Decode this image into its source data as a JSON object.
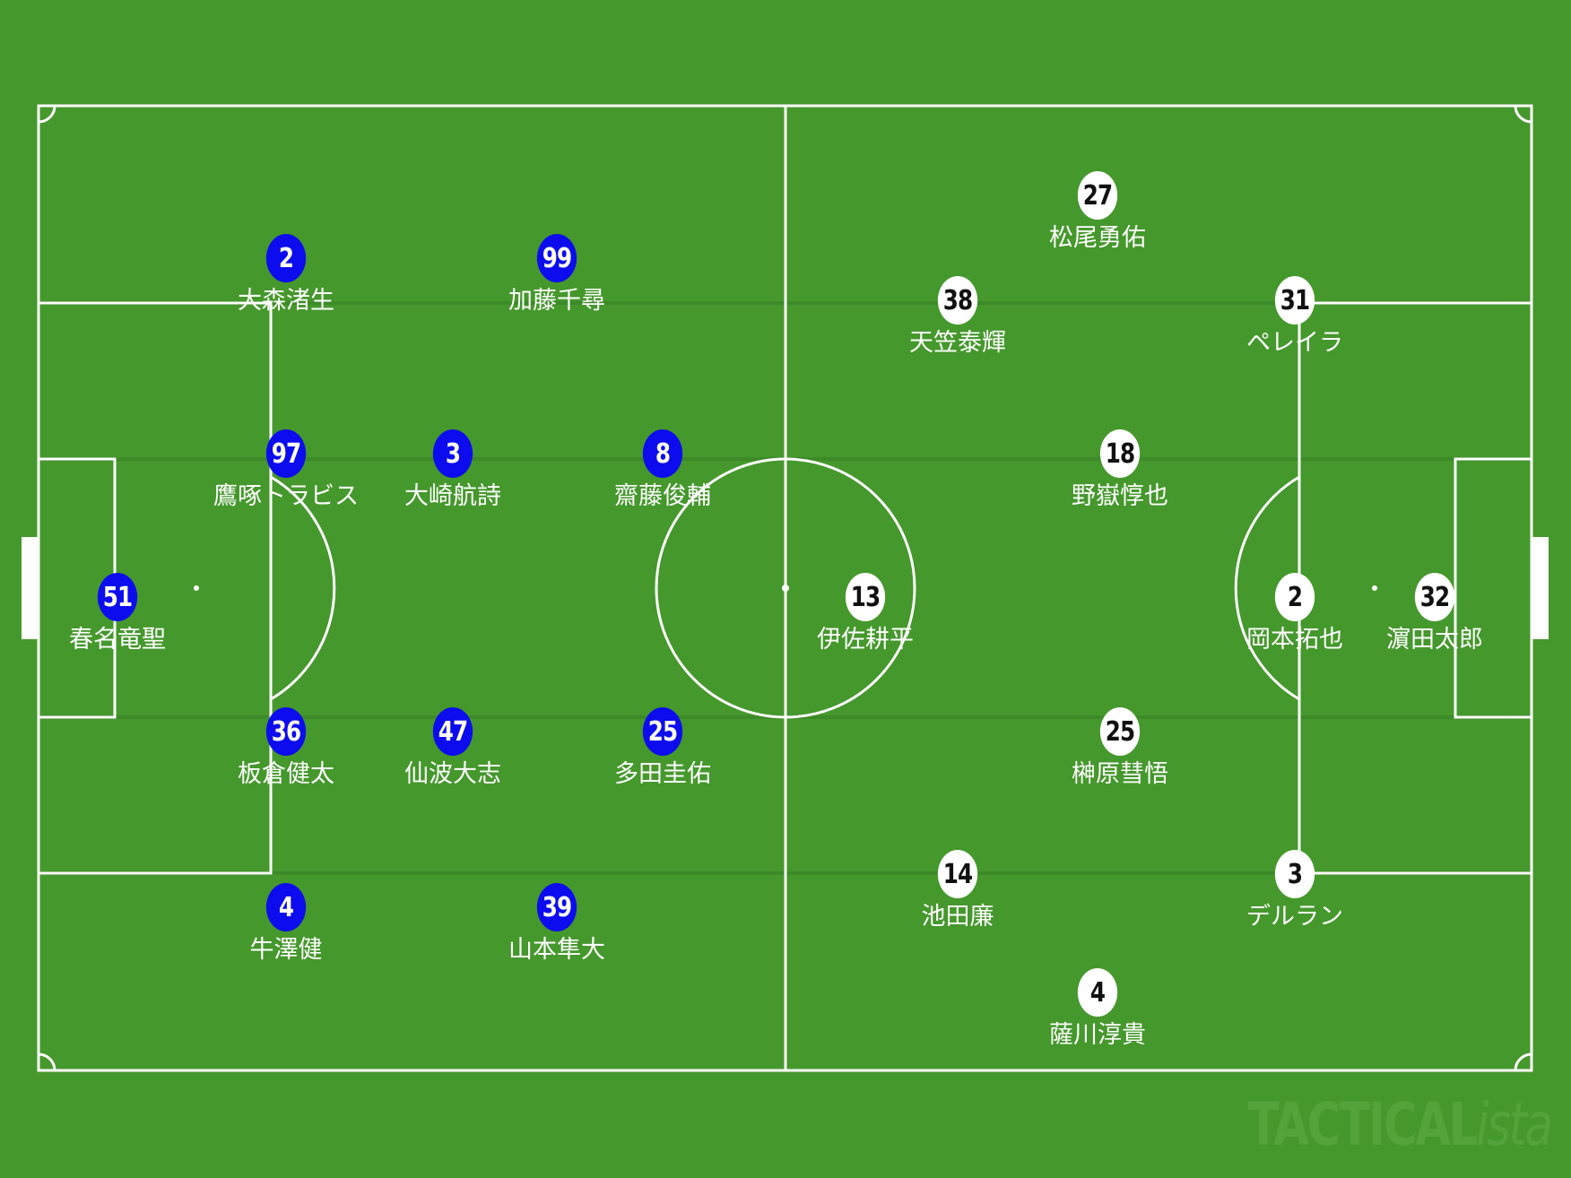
{
  "colors": {
    "grass": "#45982c",
    "stripe": "#3c8a28",
    "lines": "#ffffff",
    "home": "#0c0cee",
    "away": "#ffffff"
  },
  "home_team": [
    {
      "number": "51",
      "name": "春名竜聖"
    },
    {
      "number": "2",
      "name": "大森渚生"
    },
    {
      "number": "97",
      "name": "鷹啄トラビス"
    },
    {
      "number": "36",
      "name": "板倉健太"
    },
    {
      "number": "4",
      "name": "牛澤健"
    },
    {
      "number": "3",
      "name": "大崎航詩"
    },
    {
      "number": "47",
      "name": "仙波大志"
    },
    {
      "number": "99",
      "name": "加藤千尋"
    },
    {
      "number": "39",
      "name": "山本隼大"
    },
    {
      "number": "8",
      "name": "齋藤俊輔"
    },
    {
      "number": "25",
      "name": "多田圭佑"
    }
  ],
  "away_team": [
    {
      "number": "32",
      "name": "濵田太郎"
    },
    {
      "number": "2",
      "name": "岡本拓也"
    },
    {
      "number": "31",
      "name": "ペレイラ"
    },
    {
      "number": "3",
      "name": "デルラン"
    },
    {
      "number": "27",
      "name": "松尾勇佑"
    },
    {
      "number": "4",
      "name": "薩川淳貴"
    },
    {
      "number": "38",
      "name": "天笠泰輝"
    },
    {
      "number": "14",
      "name": "池田廉"
    },
    {
      "number": "18",
      "name": "野嶽惇也"
    },
    {
      "number": "25",
      "name": "榊原彗悟"
    },
    {
      "number": "13",
      "name": "伊佐耕平"
    }
  ],
  "watermark": {
    "main": "TACTICAL",
    "italic": "ista"
  }
}
